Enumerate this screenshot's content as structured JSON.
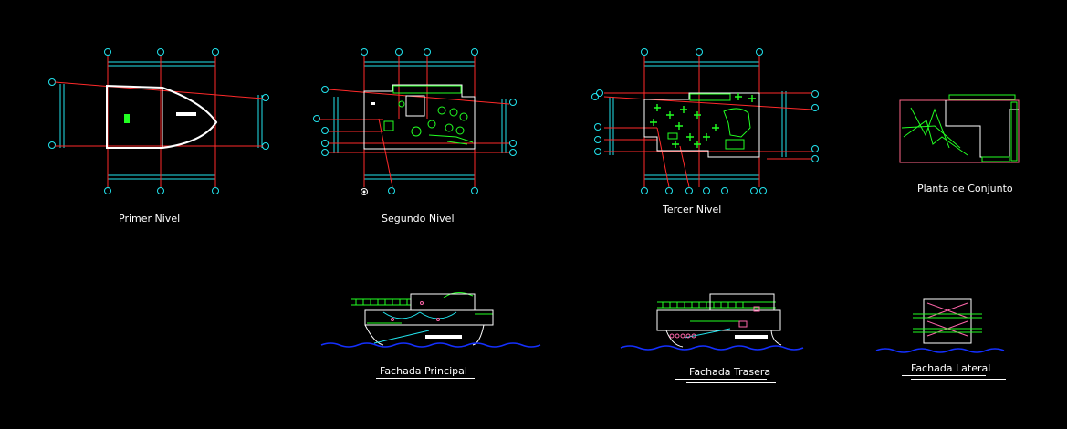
{
  "drawing": {
    "background": "#000000",
    "colors": {
      "grid_red": "#ff2a2a",
      "axis_cyan": "#22e4ee",
      "wall_white": "#ffffff",
      "landscape_green": "#22ff22",
      "water_blue": "#1430ff",
      "detail_magenta": "#ff66aa"
    }
  },
  "labels": {
    "primer_nivel": "Primer Nivel",
    "segundo_nivel": "Segundo Nivel",
    "tercer_nivel": "Tercer Nivel",
    "planta_conjunto": "Planta de Conjunto",
    "fachada_principal": "Fachada Principal",
    "fachada_trasera": "Fachada Trasera",
    "fachada_lateral": "Fachada Lateral"
  }
}
